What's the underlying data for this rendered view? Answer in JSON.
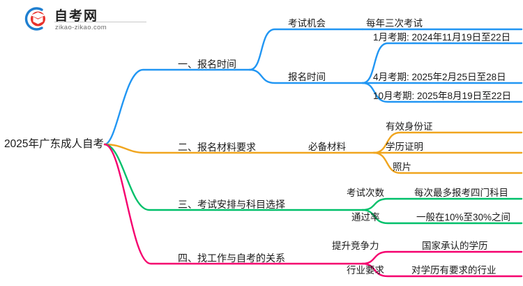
{
  "logo": {
    "name_cn": "自考网",
    "url": "zikao-zikao.com",
    "mark_icon": "graduation-cap-icon",
    "arc_color": "#1f7fd0",
    "cap_color": "#e8312b"
  },
  "mindmap": {
    "root": {
      "label": "2025年广东成人自考"
    },
    "colors": {
      "branch1": "#2196f3",
      "branch2": "#f0a51e",
      "branch3": "#00c06a",
      "branch4": "#f5006e"
    },
    "branches": [
      {
        "label": "一、报名时间",
        "color": "#2196f3",
        "children": [
          {
            "label": "考试机会",
            "children": [
              {
                "label": "每年三次考试"
              }
            ]
          },
          {
            "label": "报名时间",
            "children": [
              {
                "label": "1月考期: 2024年11月19日至22日"
              },
              {
                "label": "4月考期: 2025年2月25日至28日"
              },
              {
                "label": "10月考期: 2025年8月19日至22日"
              }
            ]
          }
        ]
      },
      {
        "label": "二、报名材料要求",
        "color": "#f0a51e",
        "children": [
          {
            "label": "必备材料",
            "children": [
              {
                "label": "有效身份证"
              },
              {
                "label": "学历证明"
              },
              {
                "label": "照片"
              }
            ]
          }
        ]
      },
      {
        "label": "三、考试安排与科目选择",
        "color": "#00c06a",
        "children": [
          {
            "label": "考试次数",
            "children": [
              {
                "label": "每次最多报考四门科目"
              }
            ]
          },
          {
            "label": "通过率",
            "children": [
              {
                "label": "一般在10%至30%之间"
              }
            ]
          }
        ]
      },
      {
        "label": "四、找工作与自考的关系",
        "color": "#f5006e",
        "children": [
          {
            "label": "提升竞争力",
            "children": [
              {
                "label": "国家承认的学历"
              }
            ]
          },
          {
            "label": "行业要求",
            "children": [
              {
                "label": "对学历有要求的行业"
              }
            ]
          }
        ]
      }
    ]
  }
}
